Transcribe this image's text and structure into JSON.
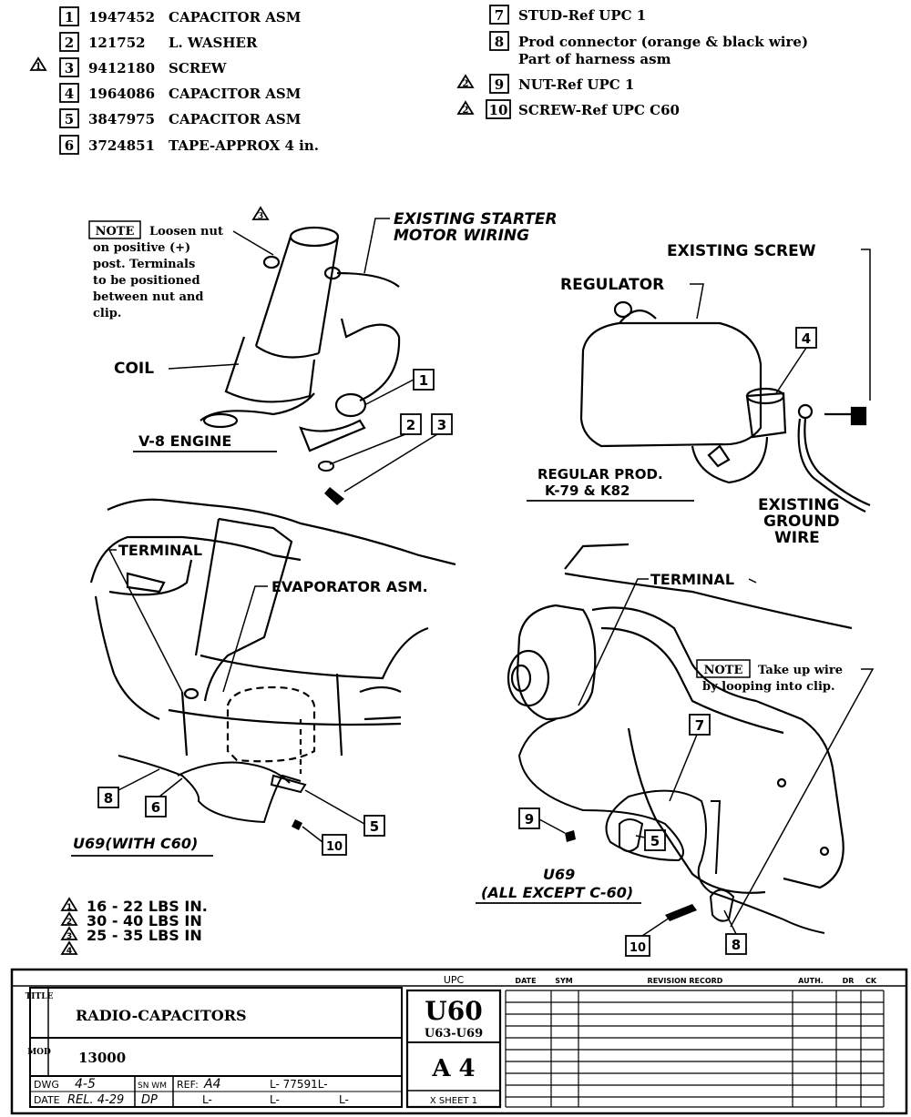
{
  "parts_left": [
    {
      "num": "1",
      "part": "1947452",
      "desc": "CAPACITOR ASM",
      "flag": ""
    },
    {
      "num": "2",
      "part": "121752",
      "desc": "L. WASHER",
      "flag": ""
    },
    {
      "num": "3",
      "part": "9412180",
      "desc": "SCREW",
      "flag": "1"
    },
    {
      "num": "4",
      "part": "1964086",
      "desc": "CAPACITOR ASM",
      "flag": ""
    },
    {
      "num": "5",
      "part": "3847975",
      "desc": "CAPACITOR ASM",
      "flag": ""
    },
    {
      "num": "6",
      "part": "3724851",
      "desc": "TAPE-APPROX 4 in.",
      "flag": ""
    }
  ],
  "parts_right": [
    {
      "num": "7",
      "desc": "STUD-Ref UPC 1",
      "desc2": "",
      "flag": ""
    },
    {
      "num": "8",
      "desc": "Prod connector (orange & black wire)",
      "desc2": "Part of harness asm",
      "flag": ""
    },
    {
      "num": "9",
      "desc": "NUT-Ref UPC 1",
      "desc2": "",
      "flag": "2"
    },
    {
      "num": "10",
      "desc": "SCREW-Ref UPC C60",
      "desc2": "",
      "flag": "2"
    }
  ],
  "views": {
    "coil": {
      "note_tag": "NOTE",
      "note_lines": [
        "Loosen nut",
        "on positive (+)",
        "post.  Terminals",
        "to be positioned",
        "between nut and",
        "clip."
      ],
      "flag": "3",
      "wiring_lines": [
        "EXISTING STARTER",
        "MOTOR WIRING"
      ],
      "coil_label": "COIL",
      "caption": "V-8  ENGINE",
      "callouts": [
        "1",
        "2",
        "3"
      ]
    },
    "regulator": {
      "existing_screw": "EXISTING  SCREW",
      "regulator_label": "REGULATOR",
      "callout": "4",
      "caption_lines": [
        "REGULAR  PROD.",
        "K-79  &  K82"
      ],
      "ground_lines": [
        "EXISTING",
        "GROUND",
        "WIRE"
      ]
    },
    "evaporator": {
      "terminal": "TERMINAL",
      "evap": "EVAPORATOR  ASM.",
      "callouts": [
        "8",
        "6",
        "5",
        "10"
      ],
      "caption": "U69(WITH C60)"
    },
    "except": {
      "terminal": "TERMINAL",
      "note_tag": "NOTE",
      "note_lines": [
        "Take up wire",
        "by looping into clip."
      ],
      "callouts": [
        "7",
        "9",
        "5",
        "10",
        "8"
      ],
      "caption_lines": [
        "U69",
        "(ALL EXCEPT C-60)"
      ]
    }
  },
  "torque": [
    {
      "flag": "1",
      "text": "16 - 22  LBS  IN."
    },
    {
      "flag": "2",
      "text": "30 - 40  LBS  IN"
    },
    {
      "flag": "3",
      "text": "25 - 35  LBS  IN"
    },
    {
      "flag": "4",
      "text": ""
    }
  ],
  "title_block": {
    "title_label": "TITLE",
    "title": "RADIO-CAPACITORS",
    "mod_label": "MOD",
    "mod": "13000",
    "dwg_label": "DWG",
    "dwg": "4-5",
    "date_label": "DATE",
    "date": "REL. 4-29",
    "sn_label": "SN WM",
    "sn": "DP",
    "ref_label": "REF:",
    "ref": "A4",
    "ref_l1": "L- 77591L-",
    "ref_l2": "L-",
    "ref_l3": "L-",
    "ref_l4": "L-",
    "upc_header": "UPC",
    "upc": "U60",
    "upc_sub": "U63-U69",
    "section": "A 4",
    "sheet": "X SHEET 1",
    "rev_headers": [
      "DATE",
      "SYM",
      "REVISION RECORD",
      "AUTH.",
      "DR",
      "CK"
    ]
  }
}
